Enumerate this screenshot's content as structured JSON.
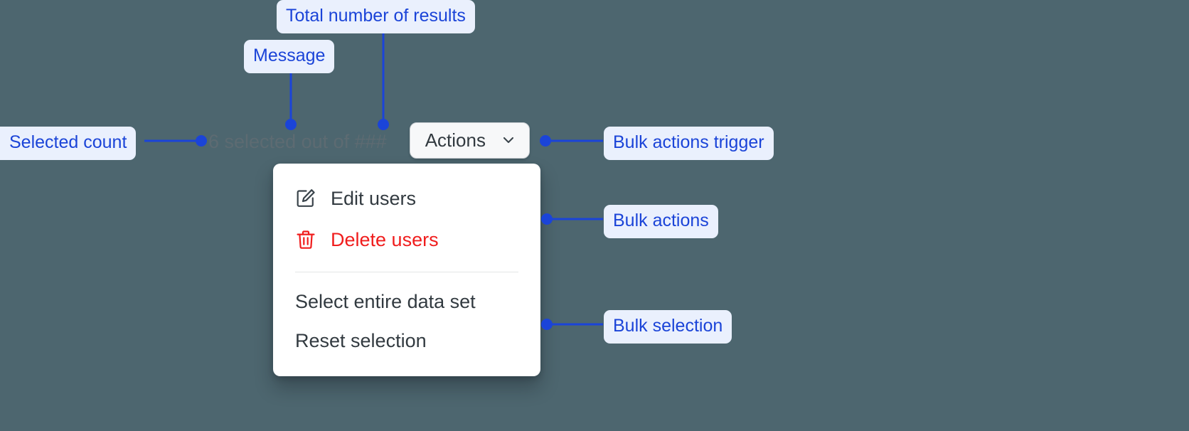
{
  "canvas": {
    "background_color": "#4d666f",
    "annotation_color": "#1b44d8",
    "annotation_pill_background": "#eaf0fd"
  },
  "widget": {
    "selection_message": "6 selected out of ###",
    "selected_count": "6",
    "total_results_placeholder": "###",
    "actions_trigger": {
      "label": "Actions",
      "chevron_icon": "chevron-down-icon"
    }
  },
  "menu": {
    "groups": [
      {
        "items": [
          {
            "label": "Edit users",
            "icon": "edit-pencil-icon",
            "danger": false
          },
          {
            "label": "Delete users",
            "icon": "trash-icon",
            "danger": true
          }
        ]
      },
      {
        "items": [
          {
            "label": "Select entire data set",
            "icon": null,
            "danger": false
          },
          {
            "label": "Reset selection",
            "icon": null,
            "danger": false
          }
        ]
      }
    ],
    "items": [
      {
        "label": "Edit users"
      },
      {
        "label": "Delete users"
      },
      {
        "label": "Select entire data set"
      },
      {
        "label": "Reset selection"
      }
    ]
  },
  "annotations": [
    {
      "id": "total-number-of-results",
      "label": "Total number of results"
    },
    {
      "id": "message",
      "label": "Message"
    },
    {
      "id": "selected-count",
      "label": "Selected count"
    },
    {
      "id": "bulk-actions-trigger",
      "label": "Bulk actions trigger"
    },
    {
      "id": "bulk-actions",
      "label": "Bulk actions"
    },
    {
      "id": "bulk-selection",
      "label": "Bulk selection"
    }
  ]
}
